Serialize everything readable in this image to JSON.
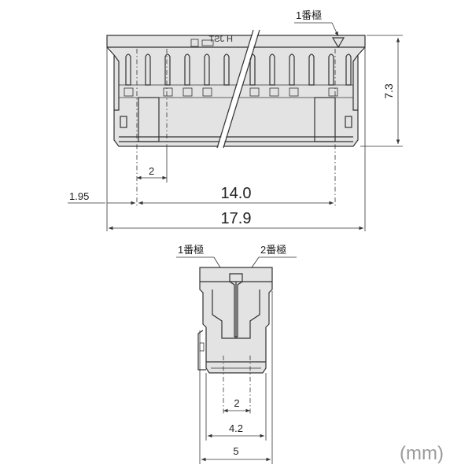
{
  "top_view": {
    "pin1_label": "1番極",
    "marking": "H JST",
    "dim_pitch": "2",
    "dim_offset": "1.95",
    "dim_span": "14.0",
    "dim_total": "17.9",
    "dim_height": "7.3"
  },
  "side_view": {
    "pin1_label": "1番極",
    "pin2_label": "2番極",
    "dim_pitch": "2",
    "dim_inner": "4.2",
    "dim_total": "5"
  },
  "unit_label": "(mm)"
}
